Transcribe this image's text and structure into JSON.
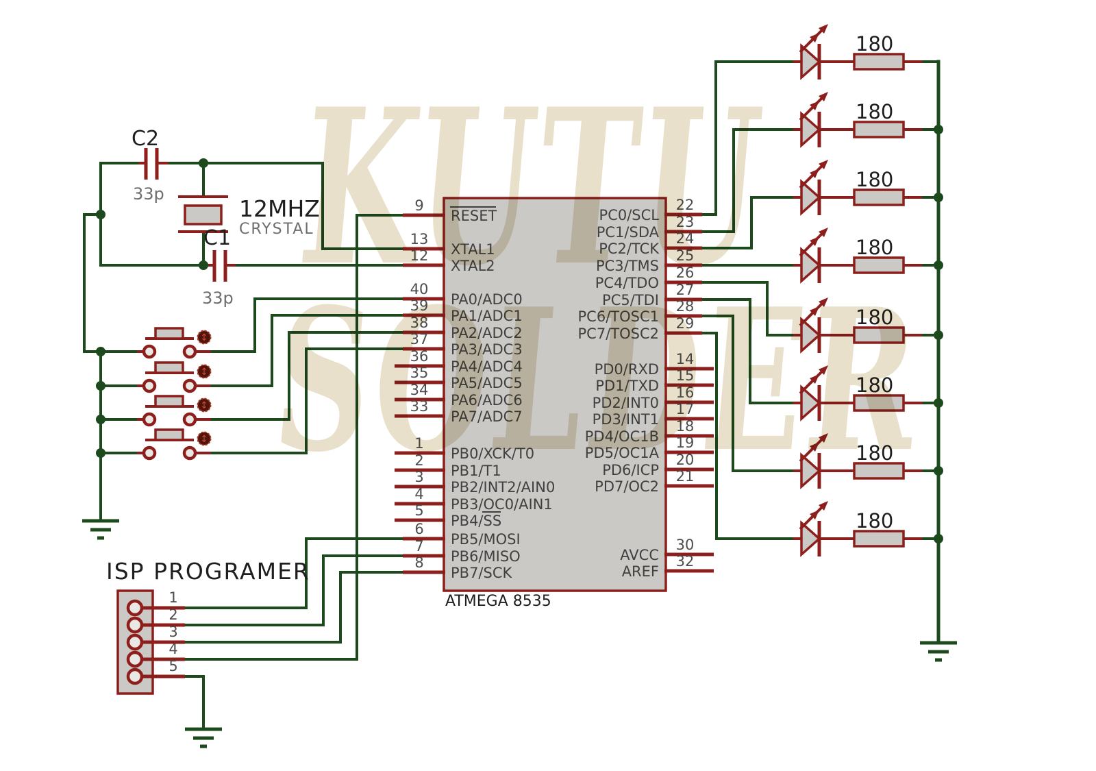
{
  "colors": {
    "wire": "#1c4a1c",
    "component": "#8c1f1c",
    "fill": "#cac9c6",
    "label": "#1e1e1e",
    "sublabel": "#6e6e6e",
    "pin_text": "#404040",
    "pin_number": "#4d4d4d",
    "watermark": "#e8e0cb",
    "background": "#ffffff"
  },
  "watermark": {
    "line1": "KUTU",
    "line2": "SOLDER"
  },
  "oscillator": {
    "c2_ref": "C2",
    "c2_value": "33p",
    "freq": "12MHZ",
    "freq_sub": "CRYSTAL",
    "c1_ref": "C1",
    "c1_value": "33p"
  },
  "buttons": {
    "count": 4,
    "actuator_glyph": "↕"
  },
  "isp": {
    "title": "ISP PROGRAMER",
    "pins": [
      "1",
      "2",
      "3",
      "4",
      "5"
    ]
  },
  "ic": {
    "part": "ATMEGA 8535",
    "left_pins": [
      {
        "num": "9",
        "label": "RESET"
      },
      {
        "num": "13",
        "label": "XTAL1"
      },
      {
        "num": "12",
        "label": "XTAL2"
      },
      {
        "num": "40",
        "label": "PA0/ADC0"
      },
      {
        "num": "39",
        "label": "PA1/ADC1"
      },
      {
        "num": "38",
        "label": "PA2/ADC2"
      },
      {
        "num": "37",
        "label": "PA3/ADC3"
      },
      {
        "num": "36",
        "label": "PA4/ADC4"
      },
      {
        "num": "35",
        "label": "PA5/ADC5"
      },
      {
        "num": "34",
        "label": "PA6/ADC6"
      },
      {
        "num": "33",
        "label": "PA7/ADC7"
      },
      {
        "num": "1",
        "label": "PB0/XCK/T0"
      },
      {
        "num": "2",
        "label": "PB1/T1"
      },
      {
        "num": "3",
        "label": "PB2/INT2/AIN0"
      },
      {
        "num": "4",
        "label": "PB3/OC0/AIN1"
      },
      {
        "num": "5",
        "label": "PB4/SS"
      },
      {
        "num": "6",
        "label": "PB5/MOSI"
      },
      {
        "num": "7",
        "label": "PB6/MISO"
      },
      {
        "num": "8",
        "label": "PB7/SCK"
      }
    ],
    "right_pins": [
      {
        "num": "22",
        "label": "PC0/SCL"
      },
      {
        "num": "23",
        "label": "PC1/SDA"
      },
      {
        "num": "24",
        "label": "PC2/TCK"
      },
      {
        "num": "25",
        "label": "PC3/TMS"
      },
      {
        "num": "26",
        "label": "PC4/TDO"
      },
      {
        "num": "27",
        "label": "PC5/TDI"
      },
      {
        "num": "28",
        "label": "PC6/TOSC1"
      },
      {
        "num": "29",
        "label": "PC7/TOSC2"
      },
      {
        "num": "14",
        "label": "PD0/RXD"
      },
      {
        "num": "15",
        "label": "PD1/TXD"
      },
      {
        "num": "16",
        "label": "PD2/INT0"
      },
      {
        "num": "17",
        "label": "PD3/INT1"
      },
      {
        "num": "18",
        "label": "PD4/OC1B"
      },
      {
        "num": "19",
        "label": "PD5/OC1A"
      },
      {
        "num": "20",
        "label": "PD6/ICP"
      },
      {
        "num": "21",
        "label": "PD7/OC2"
      },
      {
        "num": "30",
        "label": "AVCC"
      },
      {
        "num": "32",
        "label": "AREF"
      }
    ]
  },
  "leds": {
    "count": 8,
    "resistor_value": "180"
  }
}
